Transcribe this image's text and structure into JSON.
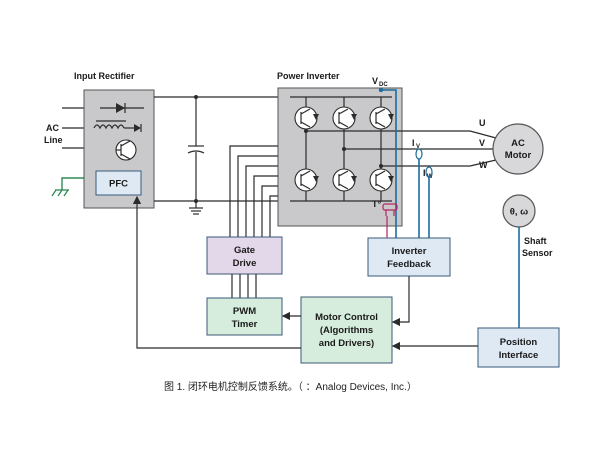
{
  "labels": {
    "input_rectifier": "Input Rectifier",
    "power_inverter": "Power Inverter",
    "vdc": "V",
    "vdc_sub": "DC",
    "ac_line_1": "AC",
    "ac_line_2": "Line",
    "pfc": "PFC",
    "phase_u": "U",
    "phase_v": "V",
    "phase_w": "W",
    "iv": "I",
    "iv_sub": "V",
    "iw": "I",
    "iw_sub": "W",
    "ac_motor_1": "AC",
    "ac_motor_2": "Motor",
    "sensor_symbol": "θ, ω",
    "shaft_sensor_1": "Shaft",
    "shaft_sensor_2": "Sensor",
    "temp": "T°",
    "gate_drive_1": "Gate",
    "gate_drive_2": "Drive",
    "pwm_timer_1": "PWM",
    "pwm_timer_2": "Timer",
    "inverter_feedback_1": "Inverter",
    "inverter_feedback_2": "Feedback",
    "motor_control_1": "Motor Control",
    "motor_control_2": "(Algorithms",
    "motor_control_3": "and Drivers)",
    "position_interface_1": "Position",
    "position_interface_2": "Interface"
  },
  "caption": "图 1. 闭环电机控制反馈系统。（ ：Analog Devices, Inc.）",
  "colors": {
    "rectifier_fill": "#c9c9cb",
    "inverter_fill": "#c9c9cb",
    "pfc_fill": "#dfe9f4",
    "gate_drive_fill": "#e3d7ea",
    "pwm_timer_fill": "#d6ecdc",
    "motor_control_fill": "#d6ecdc",
    "inverter_feedback_fill": "#dfe9f4",
    "position_interface_fill": "#dfe9f4",
    "block_stroke": "#3a5a78",
    "feedback_wire": "#1b6d9e",
    "thermistor": "#b8255f"
  }
}
